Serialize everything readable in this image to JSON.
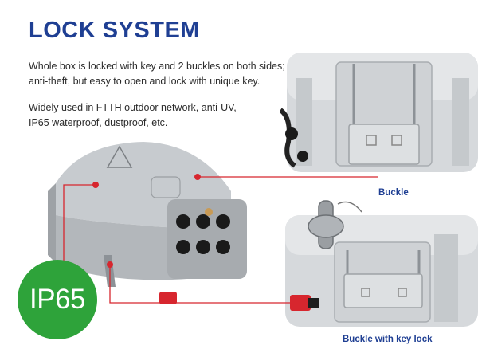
{
  "heading": "LOCK SYSTEM",
  "description": {
    "line1": "Whole box is locked with key and 2 buckles on both sides;",
    "line2": "anti-theft, but easy to open and lock with unique key.",
    "line3": "Widely used in FTTH outdoor network, anti-UV,",
    "line4": "IP65 waterproof, dustproof, etc."
  },
  "captions": {
    "buckle": "Buckle",
    "key_lock": "Buckle with key lock"
  },
  "badge": {
    "label": "IP65",
    "color": "#2ea33a"
  },
  "colors": {
    "title": "#1f3f93",
    "callout": "#d7262e",
    "box_body": "#b8bcc0"
  }
}
